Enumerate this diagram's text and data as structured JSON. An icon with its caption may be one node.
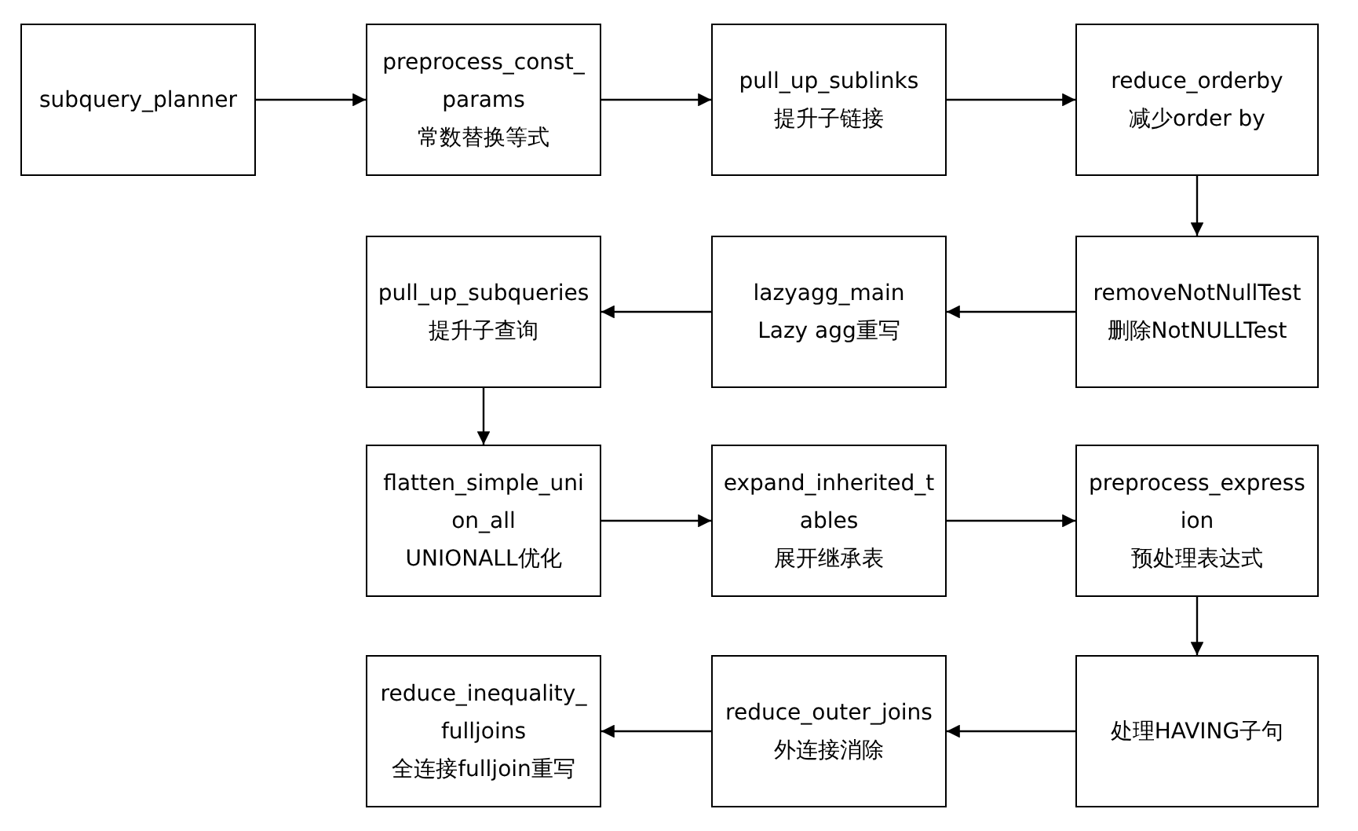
{
  "diagram": {
    "nodes": [
      {
        "text": [
          "subquery_planner"
        ]
      },
      {
        "text": [
          "preprocess_const_params",
          "常数替换等式"
        ]
      },
      {
        "text": [
          "pull_up_sublinks",
          "提升子链接"
        ]
      },
      {
        "text": [
          "reduce_orderby",
          "减少order by"
        ]
      },
      {
        "text": [
          "removeNotNullTest",
          "删除NotNULLTest"
        ]
      },
      {
        "text": [
          "lazyagg_main",
          "Lazy agg重写"
        ]
      },
      {
        "text": [
          "pull_up_subqueries",
          "提升子查询"
        ]
      },
      {
        "text": [
          "flatten_simple_union_all",
          "UNIONALL优化"
        ]
      },
      {
        "text": [
          "expand_inherited_tables",
          "展开继承表"
        ]
      },
      {
        "text": [
          "preprocess_expression",
          "预处理表达式"
        ]
      },
      {
        "text": [
          "处理HAVING子句"
        ]
      },
      {
        "text": [
          "reduce_outer_joins",
          "外连接消除"
        ]
      },
      {
        "text": [
          "reduce_inequality_fulljoins",
          "全连接fulljoin重写"
        ]
      }
    ],
    "edges": [
      {
        "from": 0,
        "to": 1,
        "arrow": "to"
      },
      {
        "from": 1,
        "to": 2,
        "arrow": "to"
      },
      {
        "from": 2,
        "to": 3,
        "arrow": "to"
      },
      {
        "from": 3,
        "to": 4,
        "arrow": "to"
      },
      {
        "from": 4,
        "to": 5,
        "arrow": "to"
      },
      {
        "from": 5,
        "to": 6,
        "arrow": "to"
      },
      {
        "from": 6,
        "to": 7,
        "arrow": "to"
      },
      {
        "from": 7,
        "to": 8,
        "arrow": "to"
      },
      {
        "from": 8,
        "to": 9,
        "arrow": "to"
      },
      {
        "from": 9,
        "to": 10,
        "arrow": "to"
      },
      {
        "from": 10,
        "to": 11,
        "arrow": "to"
      },
      {
        "from": 11,
        "to": 12,
        "arrow": "to"
      }
    ]
  }
}
